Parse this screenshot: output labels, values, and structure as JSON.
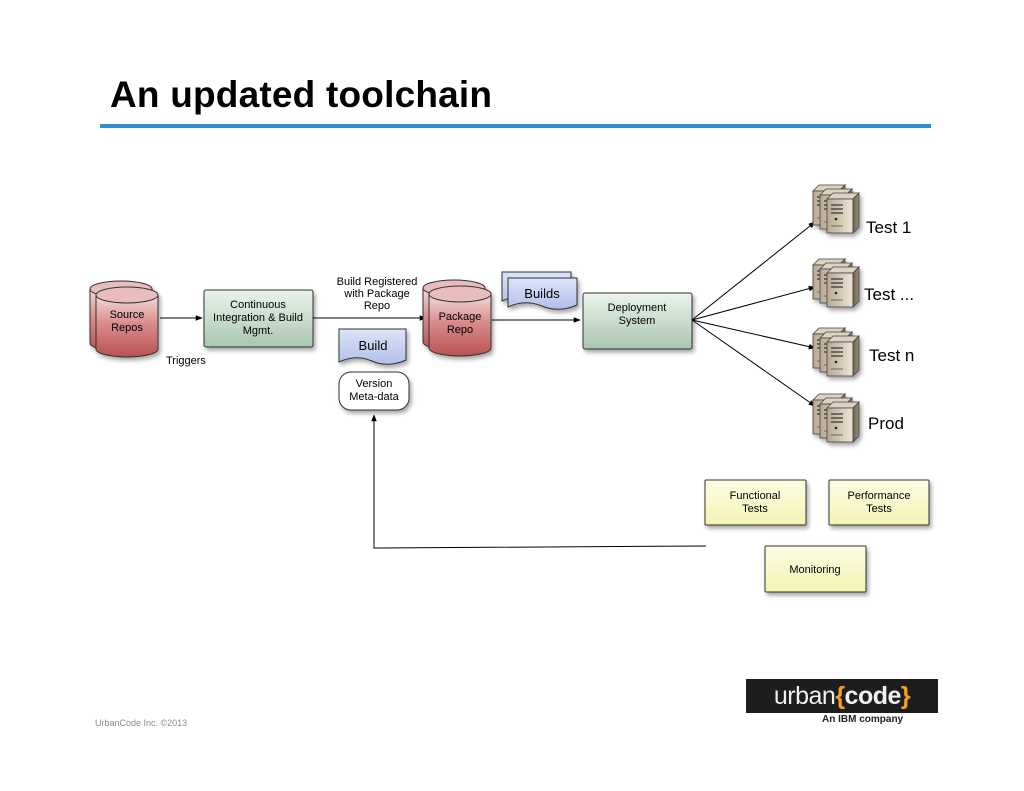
{
  "slide": {
    "title": "An updated toolchain",
    "footer": "UrbanCode Inc. ©2013"
  },
  "logo": {
    "word_urban": "urban",
    "word_open": "{",
    "word_code": "code",
    "word_close": "}",
    "tagline": "An IBM company"
  },
  "nodes": {
    "source_repos": {
      "line1": "Source",
      "line2": "Repos"
    },
    "ci_build": {
      "line1": "Continuous",
      "line2": "Integration & Build",
      "line3": "Mgmt."
    },
    "package_repo": {
      "line1": "Package",
      "line2": "Repo"
    },
    "deployment": {
      "line1": "Deployment",
      "line2": "System"
    },
    "build_doc": "Build",
    "builds_doc": "Builds",
    "version_meta": {
      "line1": "Version",
      "line2": "Meta-data"
    },
    "env_test1": "Test 1",
    "env_test_more": "Test ...",
    "env_testn": "Test n",
    "env_prod": "Prod",
    "functional_tests": {
      "line1": "Functional",
      "line2": "Tests"
    },
    "performance_tests": {
      "line1": "Performance",
      "line2": "Tests"
    },
    "monitoring": "Monitoring"
  },
  "edges": {
    "triggers": "Triggers",
    "build_registered": {
      "line1": "Build Registered",
      "line2": "with Package",
      "line3": "Repo"
    }
  },
  "colors": {
    "accent_rule": "#2b8fcf",
    "repo_fill": "#c9696a",
    "ci_fill": "#b9d2be",
    "doc_fill": "#c4d0f0",
    "test_fill": "#fafbd0"
  }
}
